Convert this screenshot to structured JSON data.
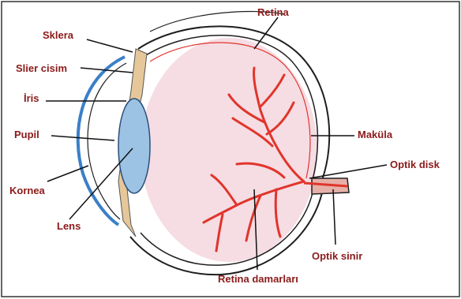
{
  "labels": {
    "sklera": "Sklera",
    "retina": "Retina",
    "slier_cisim": "Slier cisim",
    "iris": "İris",
    "pupil": "Pupil",
    "kornea": "Kornea",
    "lens": "Lens",
    "makula": "Maküla",
    "optik_disk": "Optik disk",
    "optik_sinir": "Optik sinir",
    "retina_damarlari": "Retina damarları"
  },
  "colors": {
    "label_text": "#8b1a1a",
    "frame": "#333333",
    "retina_fill": "#f6dce3",
    "sklera_outline": "#1e1e1e",
    "vessels": "#e0352b",
    "cornea": "#3a7fc9",
    "lens": "#9cc2e4",
    "ciliary": "#e6c79a"
  }
}
